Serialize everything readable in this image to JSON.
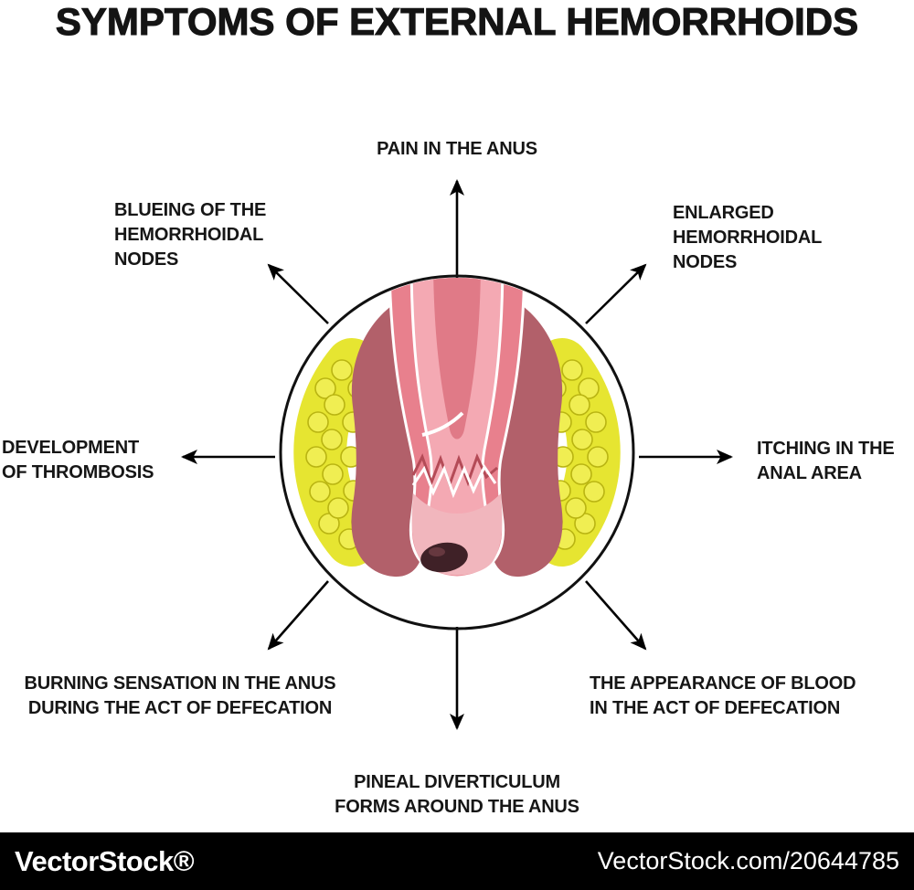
{
  "title": "SYMPTOMS OF EXTERNAL HEMORRHOIDS",
  "symptoms": {
    "top": "PAIN IN THE ANUS",
    "top_right": "ENLARGED\nHEMORRHOIDAL\nNODES",
    "right": "ITCHING IN THE\nANAL AREA",
    "bottom_right": "THE APPEARANCE OF BLOOD\nIN THE ACT OF DEFECATION",
    "bottom": "PINEAL DIVERTICULUM\nFORMS AROUND THE ANUS",
    "bottom_left": "BURNING SENSATION IN THE ANUS\nDURING THE ACT OF DEFECATION",
    "left": "DEVELOPMENT\nOF THROMBOSIS",
    "top_left": "BLUEING OF THE\nHEMORRHOIDAL\nNODES"
  },
  "watermark": {
    "left": "VectorStock®",
    "right": "VectorStock.com/20644785"
  },
  "colors": {
    "background": "#ffffff",
    "text": "#161616",
    "arrow": "#000000",
    "circle_outline": "#111111",
    "fat_tissue_yellow": "#e6e531",
    "fat_bubble": "#f0ee52",
    "tissue_rosy": "#b2606a",
    "canal_outer_pink": "#e8808d",
    "canal_inner_pink": "#f4a9b3",
    "lumen_dark_pink": "#e07a87",
    "lower_plug_pink": "#f1b6bd",
    "node_dark": "#3f2127",
    "watermark_bg": "#000000",
    "watermark_text": "#ffffff"
  }
}
